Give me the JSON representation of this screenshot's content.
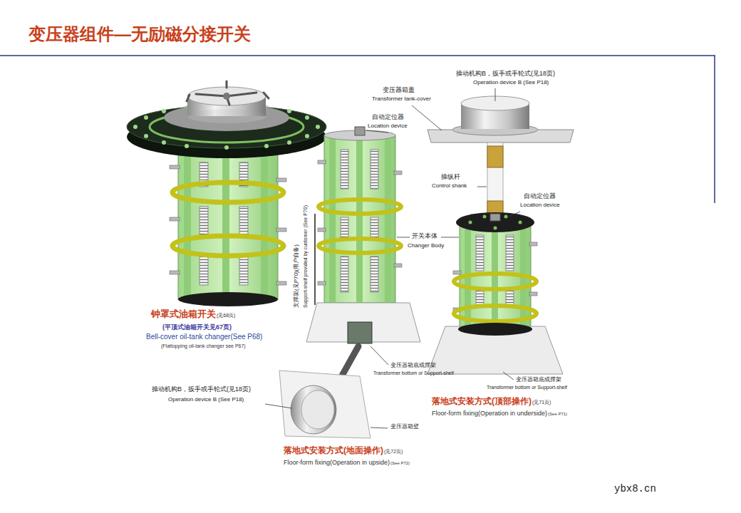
{
  "diagram": {
    "title": "变压器组件—无励磁分接开关",
    "labels": [
      "钟罩式油箱开关",
      "(见68页)",
      "(平顶式油箱开关见67页)",
      "Bell-cover oil-tank changer(See P68)",
      "(Flattopping oil-tank changer see P67)",
      "变压器箱盖",
      "Transformer tank-cover",
      "自动定位器",
      "Location device",
      "操动机构B，扳手或手轮式(见18页)",
      "Operation device B (See P18)",
      "操纵杆",
      "Control shank",
      "自动定位器",
      "Location device",
      "开关本体",
      "Changer Body",
      "支撑架(见P70)(用户自备)",
      "Support-shelf provided by customer (See P70)",
      "变压器箱底或撑架",
      "Transformer bottom or Support-shelf",
      "变压器箱底或撑架",
      "Transformer bottom or Support-shelf",
      "落地式安装方式(顶部操作)",
      "(见71页)",
      "Floor-form fixing(Operation in underside)",
      "(See P71)",
      "操动机构B，扳手或手轮式(见18页)",
      "Operation device B (See P18)",
      "变压器箱壁",
      "落地式安装方式(地面操作)",
      "(见72页)",
      "Floor-form fixing(Operation in upside)",
      "(See P72)",
      "ybx8.cn"
    ]
  }
}
